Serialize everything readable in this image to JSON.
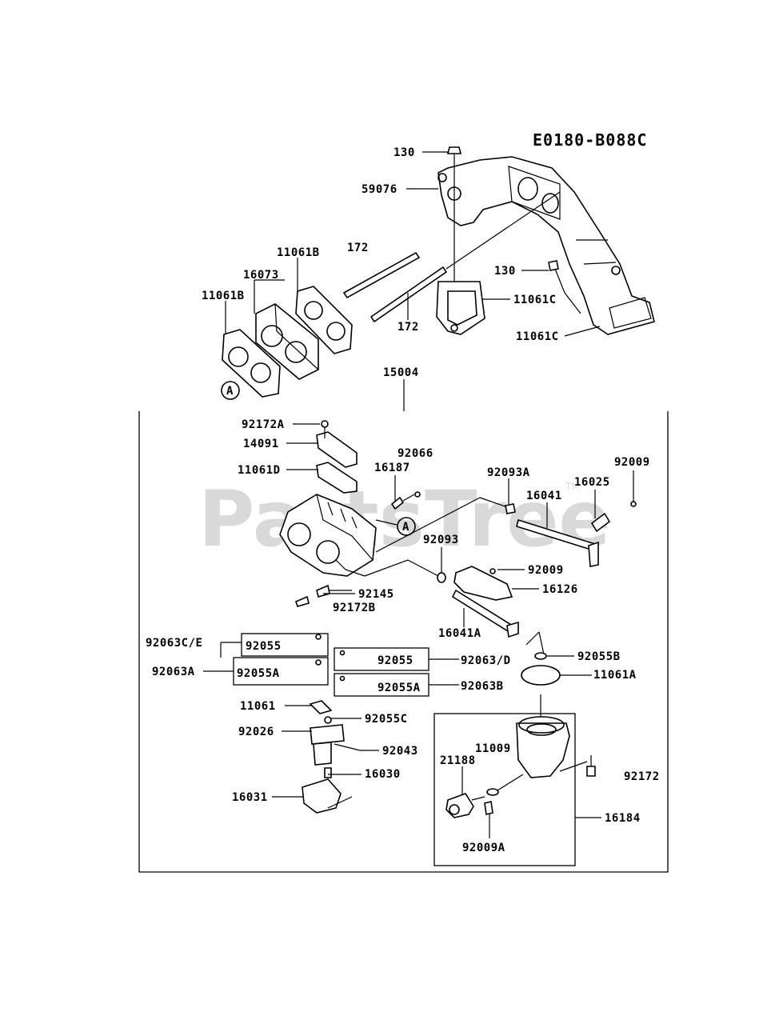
{
  "diagram_code": "E0180-B088C",
  "watermark": "PartsTree",
  "watermark_tm": "TM",
  "reference_marker": "A",
  "labels": {
    "l130a": "130",
    "l59076": "59076",
    "l11061B_top": "11061B",
    "l172a": "172",
    "l16073": "16073",
    "l11061B_left": "11061B",
    "l172b": "172",
    "l130b": "130",
    "l11061C_a": "11061C",
    "l11061C_b": "11061C",
    "l15004": "15004",
    "l92172A": "92172A",
    "l14091": "14091",
    "l92066": "92066",
    "l16187": "16187",
    "l11061D": "11061D",
    "l92093A": "92093A",
    "l92009a": "92009",
    "l16025": "16025",
    "l16041": "16041",
    "l92093": "92093",
    "l92009b": "92009",
    "l16126": "16126",
    "l92145": "92145",
    "l92172B": "92172B",
    "l16041A": "16041A",
    "l92063CE": "92063C/E",
    "l92055_box1": "92055",
    "l92055B": "92055B",
    "l92055_box3": "92055",
    "l92063D": "92063/D",
    "l92063A": "92063A",
    "l92055A_box2": "92055A",
    "l11061A": "11061A",
    "l92055A_box4": "92055A",
    "l92063B": "92063B",
    "l11061": "11061",
    "l92055C": "92055C",
    "l11009": "11009",
    "l92026": "92026",
    "l92043": "92043",
    "l21188": "21188",
    "l92172": "92172",
    "l16030": "16030",
    "l16031": "16031",
    "l16184": "16184",
    "l92009A": "92009A"
  }
}
